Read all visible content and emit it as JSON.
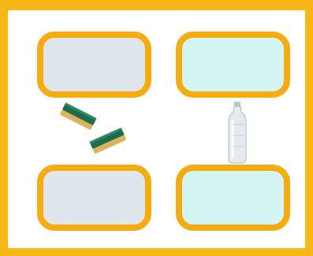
{
  "colors": {
    "frame": "#f7b818",
    "box_border": "#f6ab10",
    "box_fill_gray": "#dee8ec",
    "box_fill_cyan": "#d3f5f4",
    "sponge_top": "#1f6b4e",
    "sponge_base": "#d9b45a",
    "bottle": "#dfe8ec"
  },
  "boxes": [
    {
      "id": "top-left",
      "fill": "#dee8ec"
    },
    {
      "id": "top-right",
      "fill": "#d3f5f4"
    },
    {
      "id": "bottom-left",
      "fill": "#dee8ec"
    },
    {
      "id": "bottom-right",
      "fill": "#d3f5f4"
    }
  ],
  "items": [
    {
      "icon": "sponge-icon",
      "count": 2
    },
    {
      "icon": "water-bottle-icon",
      "count": 1
    }
  ]
}
